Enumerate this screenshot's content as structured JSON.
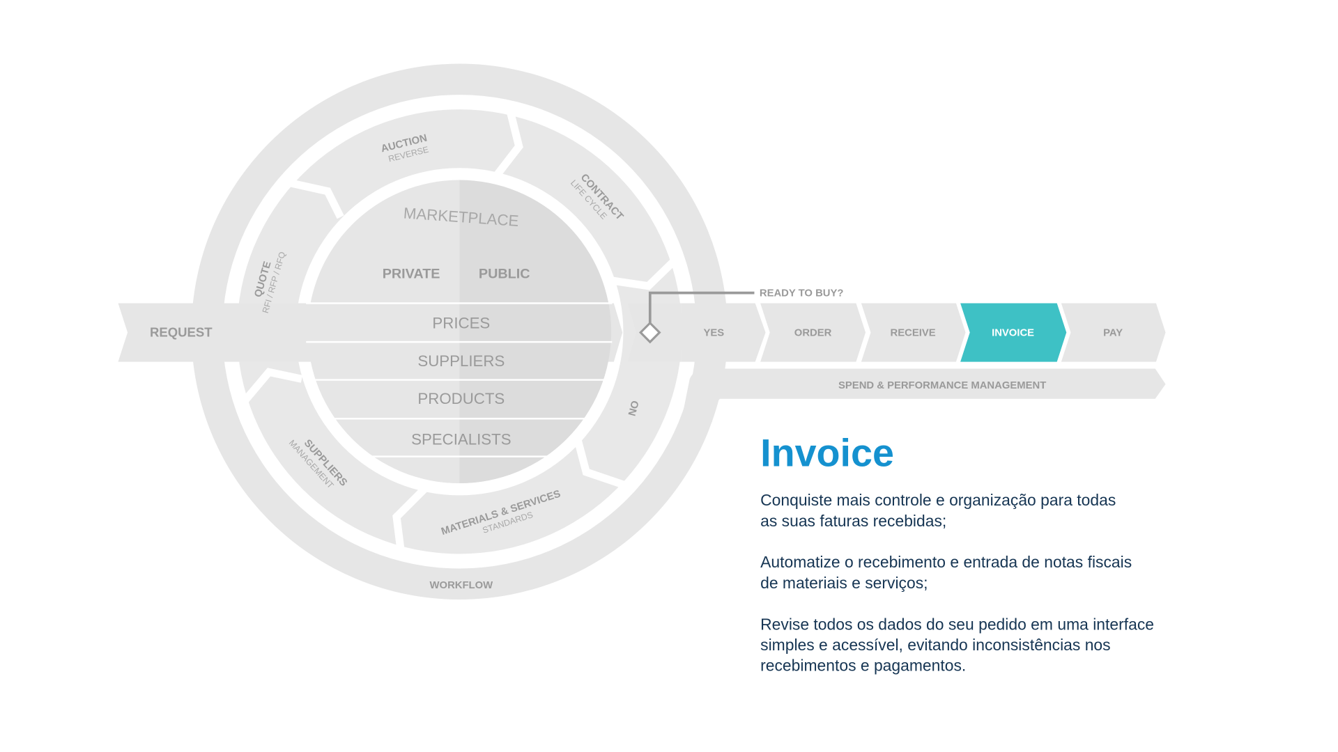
{
  "diagram": {
    "request": "REQUEST",
    "workflow": "WORKFLOW",
    "marketplace": "MARKETPLACE",
    "private": "PRIVATE",
    "public": "PUBLIC",
    "rows": [
      "PRICES",
      "SUPPLIERS",
      "PRODUCTS",
      "SPECIALISTS"
    ],
    "segments": {
      "auction": {
        "title": "AUCTION",
        "sub": "REVERSE"
      },
      "contract": {
        "title": "CONTRACT",
        "sub": "LIFE CYCLE"
      },
      "quote": {
        "title": "QUOTE",
        "sub": "RFI / RFP / RFQ"
      },
      "suppliers": {
        "title": "SUPPLIERS",
        "sub": "MANAGEMENT"
      },
      "materials": {
        "title": "MATERIALS & SERVICES",
        "sub": "STANDARDS"
      },
      "no": "NO"
    },
    "ready_to_buy": "READY TO BUY?",
    "steps": [
      "YES",
      "ORDER",
      "RECEIVE",
      "INVOICE",
      "PAY"
    ],
    "active_step": "INVOICE",
    "spend": "SPEND & PERFORMANCE MANAGEMENT"
  },
  "colors": {
    "active": "#3ec1c5",
    "title": "#1591cf",
    "gray": "#e6e6e6"
  },
  "content": {
    "title": "Invoice",
    "paragraphs": [
      "Conquiste mais controle e organização para todas as suas faturas recebidas;",
      "Automatize o recebimento e entrada de notas fiscais de materiais e serviços;",
      "Revise todos os dados do seu pedido em uma interface simples e acessível, evitando inconsistências nos recebimentos e pagamentos."
    ]
  }
}
